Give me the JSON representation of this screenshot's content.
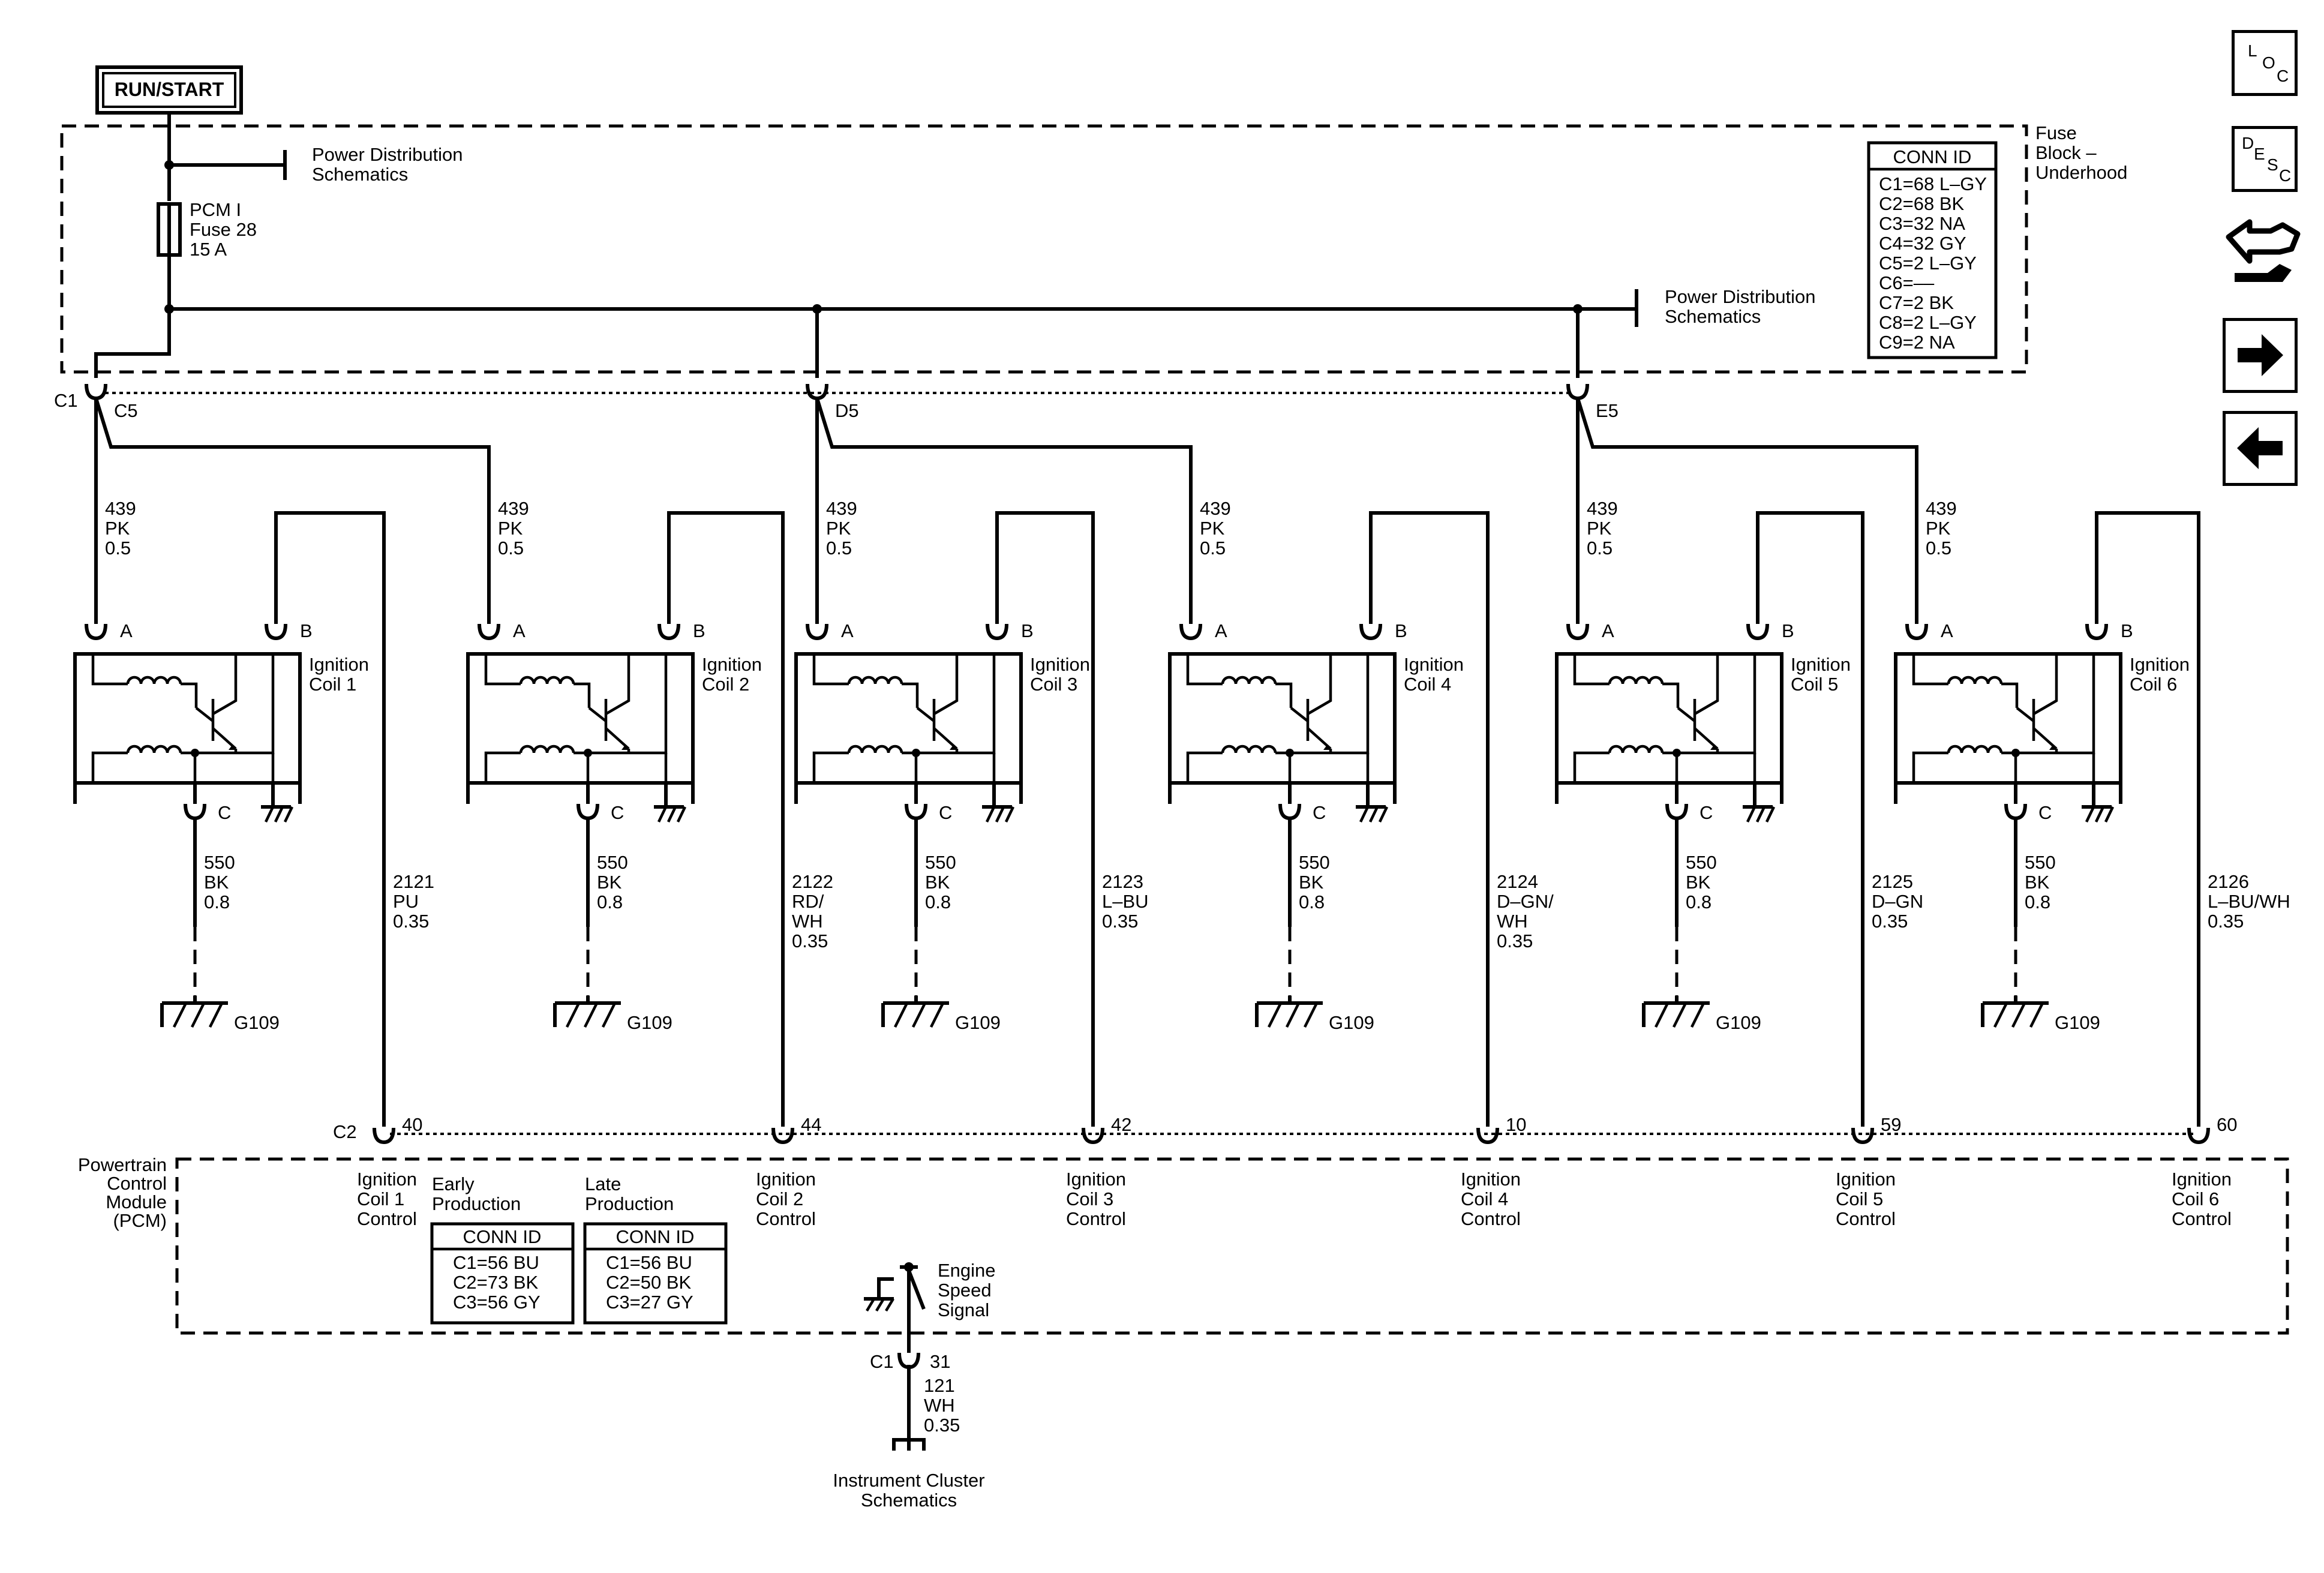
{
  "header": {
    "supply_label": "RUN/START"
  },
  "fuse_block": {
    "title": [
      "Fuse",
      "Block –",
      "Underhood"
    ],
    "fuse": [
      "PCM I",
      "Fuse 28",
      "15 A"
    ],
    "power_dist_1": [
      "Power Distribution",
      "Schematics"
    ],
    "power_dist_2": [
      "Power Distribution",
      "Schematics"
    ],
    "conn_title": "CONN ID",
    "conn_rows": [
      "C1=68 L–GY",
      "C2=68 BK",
      "C3=32 NA",
      "C4=32 GY",
      "C5=2 L–GY",
      "C6=––",
      "C7=2 BK",
      "C8=2 L–GY",
      "C9=2 NA"
    ],
    "connector_label": "C1",
    "cavities": [
      "C5",
      "D5",
      "E5"
    ]
  },
  "coils": [
    {
      "name": [
        "Ignition",
        "Coil 1"
      ],
      "supply_wire": [
        "439",
        "PK",
        "0.5"
      ],
      "ground_wire": [
        "550",
        "BK",
        "0.8"
      ],
      "ctrl_wire": [
        "2121",
        "PU",
        "0.35"
      ],
      "pin": "40",
      "pcm_label": [
        "Ignition",
        "Coil 1",
        "Control"
      ],
      "ground": "G109",
      "pins": [
        "A",
        "B",
        "C"
      ]
    },
    {
      "name": [
        "Ignition",
        "Coil 2"
      ],
      "supply_wire": [
        "439",
        "PK",
        "0.5"
      ],
      "ground_wire": [
        "550",
        "BK",
        "0.8"
      ],
      "ctrl_wire": [
        "2122",
        "RD/",
        "WH",
        "0.35"
      ],
      "pin": "44",
      "pcm_label": [
        "Ignition",
        "Coil 2",
        "Control"
      ],
      "ground": "G109",
      "pins": [
        "A",
        "B",
        "C"
      ]
    },
    {
      "name": [
        "Ignition",
        "Coil 3"
      ],
      "supply_wire": [
        "439",
        "PK",
        "0.5"
      ],
      "ground_wire": [
        "550",
        "BK",
        "0.8"
      ],
      "ctrl_wire": [
        "2123",
        "L–BU",
        "0.35"
      ],
      "pin": "42",
      "pcm_label": [
        "Ignition",
        "Coil 3",
        "Control"
      ],
      "ground": "G109",
      "pins": [
        "A",
        "B",
        "C"
      ]
    },
    {
      "name": [
        "Ignition",
        "Coil 4"
      ],
      "supply_wire": [
        "439",
        "PK",
        "0.5"
      ],
      "ground_wire": [
        "550",
        "BK",
        "0.8"
      ],
      "ctrl_wire": [
        "2124",
        "D–GN/",
        "WH",
        "0.35"
      ],
      "pin": "10",
      "pcm_label": [
        "Ignition",
        "Coil 4",
        "Control"
      ],
      "ground": "G109",
      "pins": [
        "A",
        "B",
        "C"
      ]
    },
    {
      "name": [
        "Ignition",
        "Coil 5"
      ],
      "supply_wire": [
        "439",
        "PK",
        "0.5"
      ],
      "ground_wire": [
        "550",
        "BK",
        "0.8"
      ],
      "ctrl_wire": [
        "2125",
        "D–GN",
        "0.35"
      ],
      "pin": "59",
      "pcm_label": [
        "Ignition",
        "Coil 5",
        "Control"
      ],
      "ground": "G109",
      "pins": [
        "A",
        "B",
        "C"
      ]
    },
    {
      "name": [
        "Ignition",
        "Coil 6"
      ],
      "supply_wire": [
        "439",
        "PK",
        "0.5"
      ],
      "ground_wire": [
        "550",
        "BK",
        "0.8"
      ],
      "ctrl_wire": [
        "2126",
        "L–BU/WH",
        "0.35"
      ],
      "pin": "60",
      "pcm_label": [
        "Ignition",
        "Coil 6",
        "Control"
      ],
      "ground": "G109",
      "pins": [
        "A",
        "B",
        "C"
      ]
    }
  ],
  "pcm": {
    "title": [
      "Powertrain",
      "Control",
      "Module",
      "(PCM)"
    ],
    "connector_label": "C2",
    "early": {
      "heading": [
        "Early",
        "Production"
      ],
      "title": "CONN ID",
      "rows": [
        "C1=56 BU",
        "C2=73 BK",
        "C3=56 GY"
      ]
    },
    "late": {
      "heading": [
        "Late",
        "Production"
      ],
      "title": "CONN ID",
      "rows": [
        "C1=56 BU",
        "C2=50 BK",
        "C3=27 GY"
      ]
    },
    "engine_speed": [
      "Engine",
      "Speed",
      "Signal"
    ],
    "es_connector": "C1",
    "es_pin": "31",
    "es_wire": [
      "121",
      "WH",
      "0.35"
    ],
    "cluster": [
      "Instrument Cluster",
      "Schematics"
    ]
  },
  "nav": {
    "loc": [
      "L",
      "O",
      "C"
    ],
    "desc": [
      "D",
      "E",
      "S",
      "C"
    ],
    "icons": [
      "loc-icon",
      "desc-icon",
      "component-icon",
      "arrow-right-icon",
      "arrow-left-icon"
    ]
  }
}
